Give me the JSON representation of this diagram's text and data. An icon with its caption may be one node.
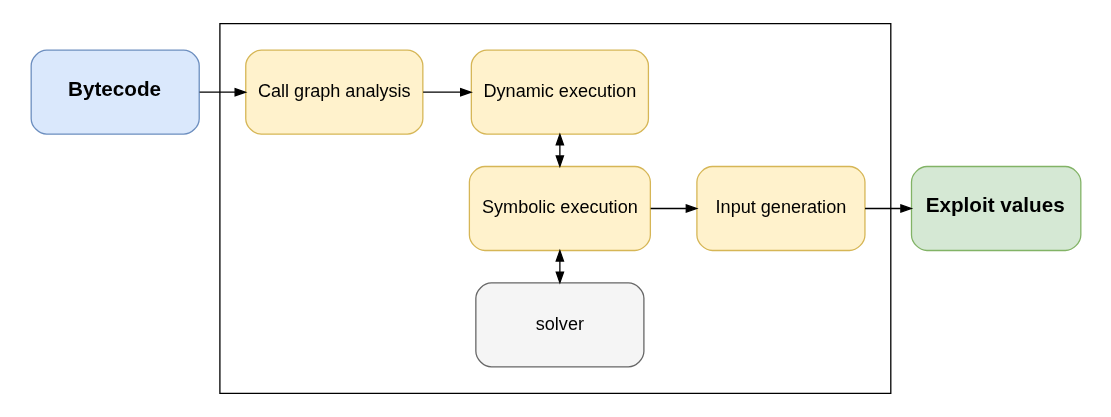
{
  "diagram": {
    "nodes": [
      {
        "text": [],
        "shape": "box"
      },
      {
        "text": [
          "Bytecode"
        ]
      },
      {
        "text": [
          "Call graph analysis"
        ],
        "in": 0
      },
      {
        "text": [
          "solver"
        ],
        "in": 0
      },
      {
        "text": [
          "Symbolic execution"
        ],
        "in": 0
      },
      {
        "text": [
          "Input generation"
        ],
        "in": 0
      },
      {
        "text": [
          "Dynamic execution"
        ],
        "in": 0
      },
      {
        "text": [
          "Exploit values"
        ]
      }
    ],
    "edges": [
      {
        "from": 1,
        "to": 2,
        "arrow": "to"
      },
      {
        "from": 2,
        "to": 6,
        "arrow": "to"
      },
      {
        "from": 4,
        "to": 3,
        "arrow": "both"
      },
      {
        "from": 4,
        "to": 6,
        "arrow": "both"
      },
      {
        "from": 4,
        "to": 5,
        "arrow": "to"
      },
      {
        "from": 5,
        "to": 7,
        "arrow": "to"
      }
    ]
  }
}
